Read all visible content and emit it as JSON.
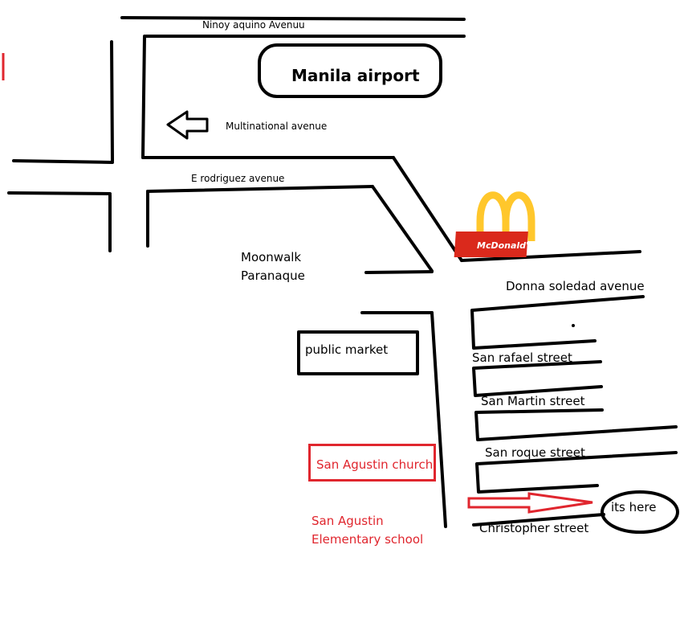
{
  "map": {
    "streets": {
      "ninoy_aquino": "Ninoy aquino Avenuu",
      "multinational": "Multinational avenue",
      "e_rodriguez": "E rodriguez avenue",
      "donna_soledad": "Donna soledad avenue",
      "san_rafael": "San rafael street",
      "san_martin": "San Martin street",
      "san_roque": "San roque street",
      "christopher": "Christopher street"
    },
    "places": {
      "airport": "Manila airport",
      "moonwalk_line1": "Moonwalk",
      "moonwalk_line2": "Paranaque",
      "public_market": "public market",
      "church": "San Agustin church",
      "school_line1": "San Agustin",
      "school_line2": "Elementary school",
      "mcdonalds_sign": "McDonald's",
      "destination": "its here"
    },
    "icons": {
      "direction_arrow": "left-arrow-icon",
      "destination_arrow": "right-arrow-icon",
      "restaurant_logo": "mcdonalds-logo-icon"
    },
    "colors": {
      "highlight_red": "#e0262e",
      "logo_yellow": "#ffc72c",
      "logo_red": "#da291c"
    }
  }
}
